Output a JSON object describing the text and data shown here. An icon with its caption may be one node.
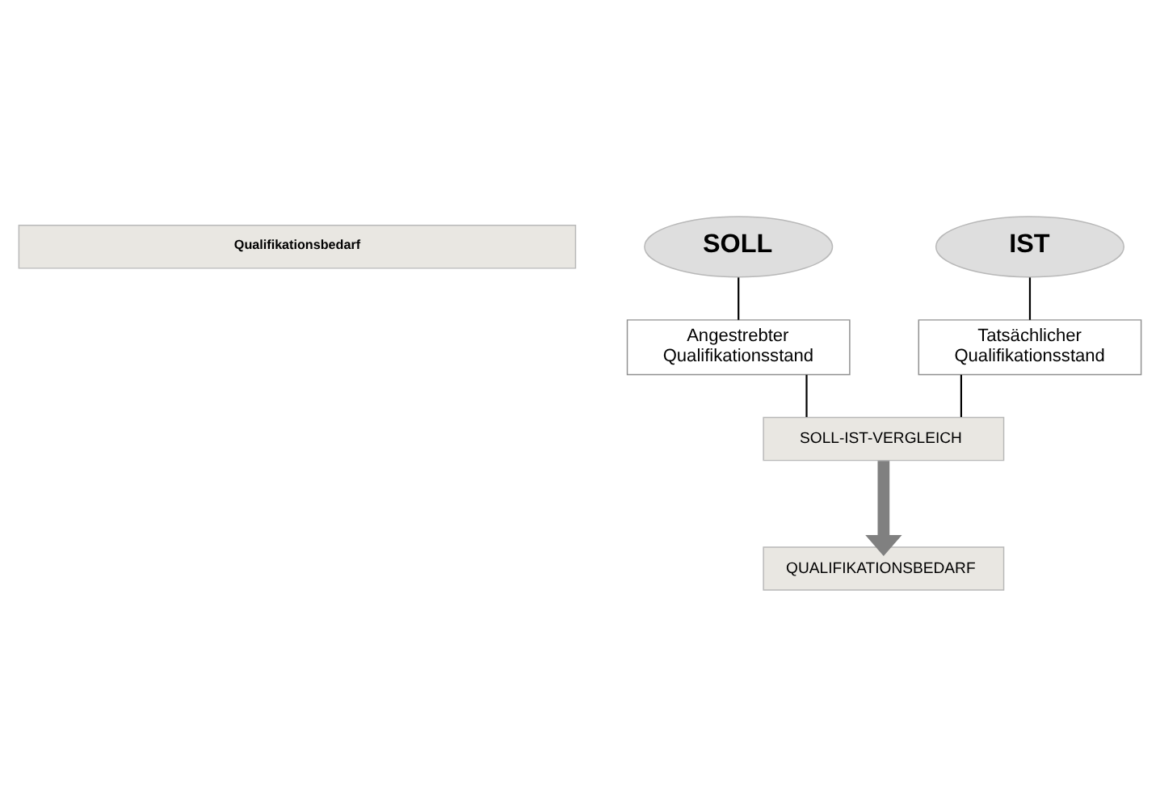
{
  "diagram": {
    "nodes": [
      {
        "text": [
          "Qualifikationsbedarf"
        ]
      },
      {
        "text": [
          "SOLL"
        ]
      },
      {
        "text": [
          "IST"
        ]
      },
      {
        "text": [
          "Angestrebter Qualifikationsstand"
        ]
      },
      {
        "text": [
          "Tatsächlicher Qualifikationsstand"
        ]
      },
      {
        "text": [
          "SOLL-IST-VERGLEICH"
        ]
      },
      {
        "text": [
          "QUALIFIKATIONSBEDARF"
        ]
      }
    ],
    "edges": [
      {
        "from": 1,
        "to": 3,
        "arrow": "none"
      },
      {
        "from": 2,
        "to": 4,
        "arrow": "none"
      },
      {
        "from": 3,
        "to": 5,
        "arrow": "none"
      },
      {
        "from": 4,
        "to": 5,
        "arrow": "none"
      },
      {
        "from": 5,
        "to": 6,
        "arrow": "to",
        "style": "thick",
        "color": "#808080"
      }
    ]
  }
}
